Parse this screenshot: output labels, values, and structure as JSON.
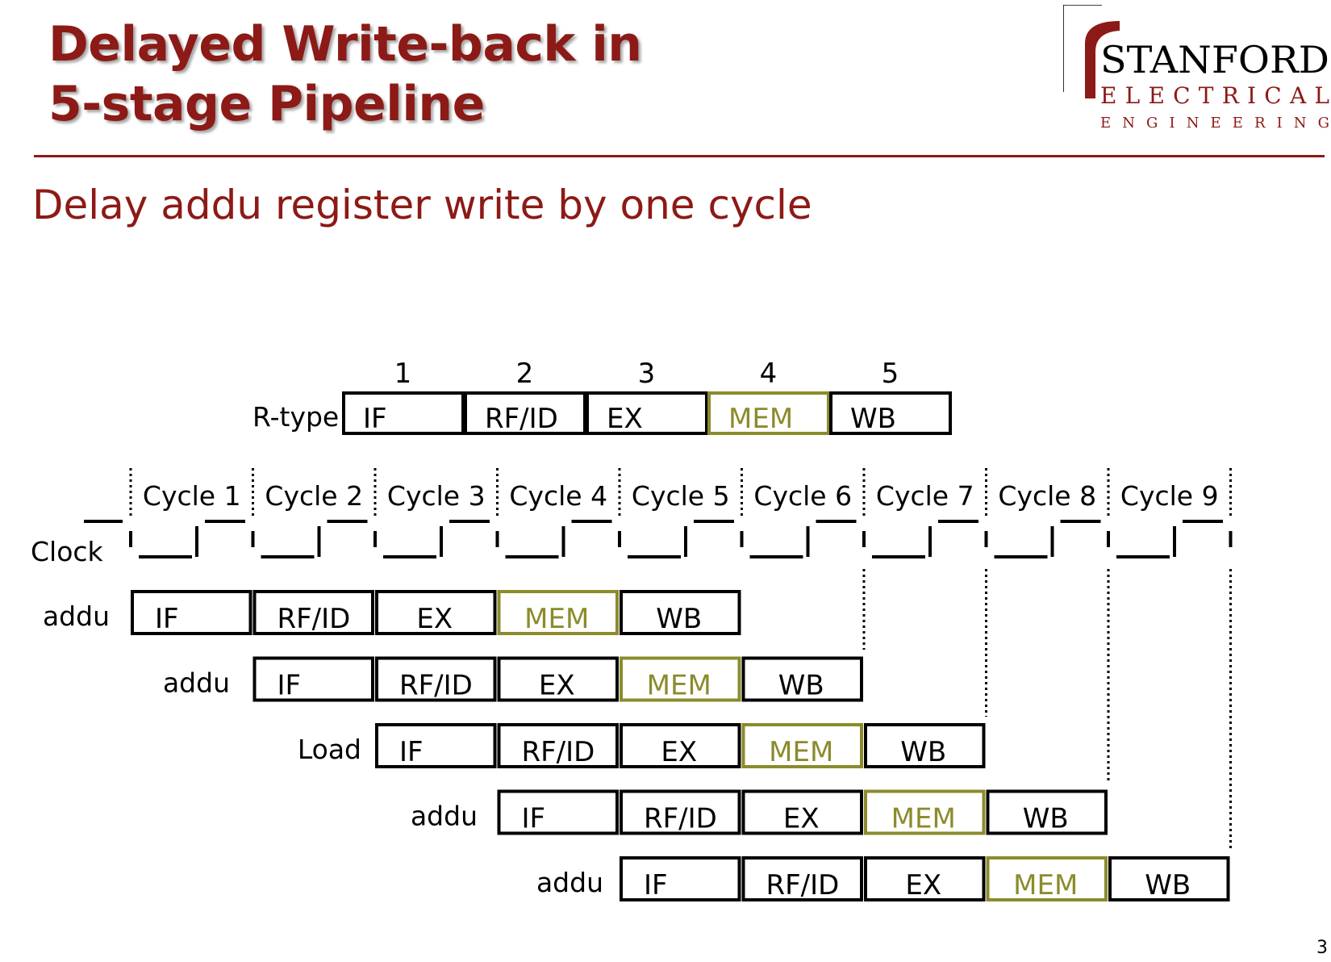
{
  "title": {
    "line1": "Delayed Write-back in",
    "line2": "5-stage Pipeline"
  },
  "logo": {
    "line1": "STANFORD",
    "line2": "ELECTRICAL",
    "line3": "ENGINEERING"
  },
  "subtitle": "Delay addu register write by one cycle",
  "rtype": {
    "label": "R-type",
    "numbers": [
      "1",
      "2",
      "3",
      "4",
      "5"
    ],
    "stages": [
      "IF",
      "RF/ID",
      "EX",
      "MEM",
      "WB"
    ]
  },
  "clock_label": "Clock",
  "cycles": [
    "Cycle 1",
    "Cycle 2",
    "Cycle 3",
    "Cycle 4",
    "Cycle 5",
    "Cycle 6",
    "Cycle 7",
    "Cycle 8",
    "Cycle 9"
  ],
  "instructions": [
    {
      "label": "addu",
      "start": 0
    },
    {
      "label": "addu",
      "start": 1
    },
    {
      "label": "Load",
      "start": 2
    },
    {
      "label": "addu",
      "start": 3
    },
    {
      "label": "addu",
      "start": 4
    }
  ],
  "stages": [
    "IF",
    "RF/ID",
    "EX",
    "MEM",
    "WB"
  ],
  "colors": {
    "title": "#8c1a16",
    "mem": "#8b8b2c",
    "box": "#000000"
  },
  "page_number": "3"
}
